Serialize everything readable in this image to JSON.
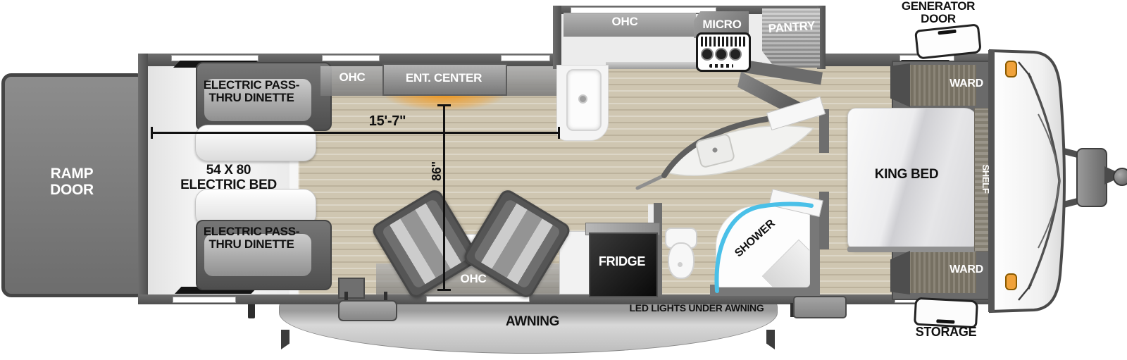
{
  "exterior": {
    "ramp_door": "RAMP DOOR",
    "generator_door": "GENERATOR DOOR",
    "storage": "STORAGE",
    "awning": "AWNING",
    "led_lights": "LED LIGHTS UNDER AWNING"
  },
  "garage": {
    "dinette_top": "ELECTRIC PASS-THRU DINETTE",
    "dinette_bottom": "ELECTRIC PASS-THRU DINETTE",
    "electric_bed": "54 X 80 ELECTRIC BED"
  },
  "living": {
    "ohc_left": "OHC",
    "ent_center": "ENT. CENTER",
    "ohc_right": "OHC",
    "ohc_bottom": "OHC"
  },
  "kitchen": {
    "ohc": "OHC",
    "micro": "MICRO",
    "pantry": "PANTRY"
  },
  "bath": {
    "shower": "SHOWER",
    "fridge": "FRIDGE"
  },
  "bedroom": {
    "king_bed": "KING BED",
    "shelf": "SHELF",
    "ward_top": "WARD",
    "ward_bottom": "WARD"
  },
  "dimensions": {
    "length": "15'-7\"",
    "width": "86\""
  },
  "colors": {
    "wall": "#5a5a5a",
    "wood_floor": "#cfc6b1",
    "garage_floor": "#efefef",
    "accent_light_orange": "#f59b20",
    "shower_glass_blue": "#4ac0e8",
    "awning_gray": "#c2c2c2"
  }
}
